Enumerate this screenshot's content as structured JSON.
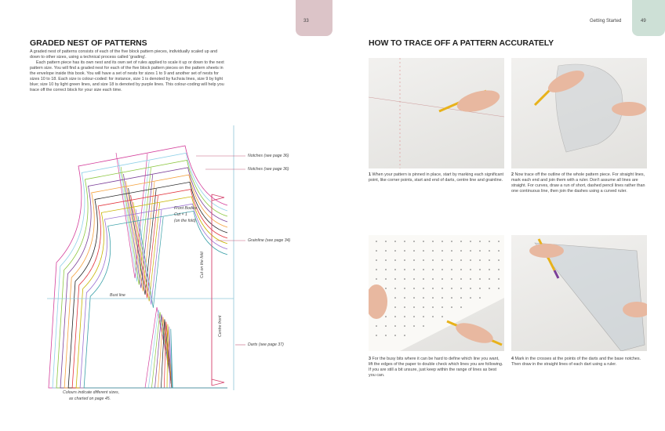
{
  "header": {
    "left_page_number": "33",
    "right_section": "Getting Started",
    "right_page_number": "49",
    "left_tab_color": "#dcc4c8",
    "right_tab_color": "#cde0d6"
  },
  "left": {
    "title": "GRADED NEST OF PATTERNS",
    "paragraphs": [
      "A graded nest of patterns consists of each of the five block pattern pieces, individually scaled up and down to other sizes, using a technical process called 'grading'.",
      "Each pattern piece has its own nest and its own set of rules applied to scale it up or down to the next pattern size. You will find a graded nest for each of the five block pattern pieces on the pattern sheets in the envelope inside this book. You will have a set of nests for sizes 1 to 9 and another set of nests for sizes 10 to 18. Each size is colour-coded: for instance, size 1 is denoted by fuchsia lines, size 9 by light blue; size 10 by light green lines, and size 18 is denoted by purple lines. This colour-coding will help you trace off the correct block for your size each time."
    ],
    "diagram": {
      "labels": {
        "notches1": "Notches (see page 36)",
        "notches2": "Notches (see page 36)",
        "grainline": "Grainline (see page 34)",
        "darts": "Darts (see page 37)",
        "piece_name": "Front Bodice",
        "piece_cut": "Cut × 1",
        "piece_fold": "(on the fold)",
        "bust_line": "Bust line",
        "cut_on_fold": "Cut on the fold",
        "centre_front": "Centre front",
        "caption_1": "Colours indicate different sizes,",
        "caption_2": "as charted on page 45."
      },
      "size_colors": [
        "#d43f9b",
        "#8fd0e8",
        "#8cc63f",
        "#7b3f98",
        "#f4a13c",
        "#222222",
        "#e2343c",
        "#c7b400",
        "#9b6fd1",
        "#3aa0a8"
      ]
    }
  },
  "right": {
    "title": "HOW TO TRACE OFF A PATTERN ACCURATELY",
    "steps": [
      {
        "num": "1",
        "text": "When your pattern is pinned in place, start by marking each significant point, like corner points, start and end of darts, centre line and grainline."
      },
      {
        "num": "2",
        "text": "Now trace off the outline of the whole pattern piece. For straight lines, mark each end and join them with a ruler. Don't assume all lines are straight. For curves, draw a run of short, dashed pencil lines rather than one continuous line, then join the dashes using a curved ruler."
      },
      {
        "num": "3",
        "text": "For the busy bits where it can be hard to define which line you want, lift the edges of the paper to double check which lines you are following. If you are still a bit unsure, just keep within the range of lines as best you can."
      },
      {
        "num": "4",
        "text": "Mark in the crosses at the points of the darts and the base notches. Then draw in the straight lines of each dart using a ruler."
      }
    ]
  }
}
